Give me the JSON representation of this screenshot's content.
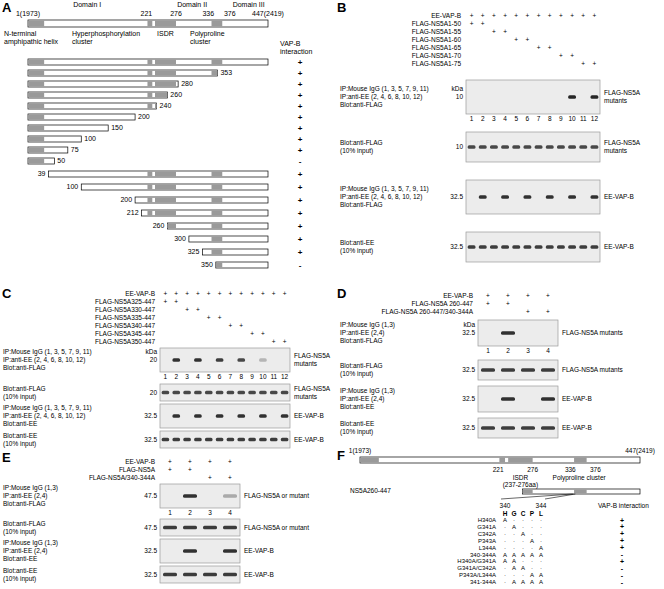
{
  "diagram": {
    "labels": [
      "A",
      "Domain I",
      "Domain II",
      "Domain III",
      "1(1973)",
      "221",
      "276",
      "336",
      "376",
      "447(2419)",
      "N-terminal amphipathic helix",
      "Hyperphosphorylation cluster",
      "ISDR",
      "Polyproline cluster",
      "VAP-B interaction",
      "+",
      "353",
      "+",
      "280",
      "+",
      "260",
      "+",
      "240",
      "+",
      "200",
      "+",
      "150",
      "+",
      "100",
      "+",
      "75",
      "+",
      "50",
      "-",
      "39",
      "+",
      "100",
      "+",
      "200",
      "+",
      "212",
      "+",
      "260",
      "+",
      "300",
      "+",
      "325",
      "+",
      "350",
      "-",
      "B",
      "EE-VAP-B",
      "+",
      "+",
      "+",
      "+",
      "+",
      "+",
      "+",
      "+",
      "+",
      "+",
      "+",
      "+",
      "FLAG-NS5A1-50",
      "+",
      "+",
      "FLAG-NS5A1-55",
      "+",
      "+",
      "FLAG-NS5A1-60",
      "+",
      "+",
      "FLAG-NS5A1-65",
      "+",
      "+",
      "FLAG-NS5A1-70",
      "+",
      "+",
      "FLAG-NS5A1-75",
      "+",
      "+",
      "IP:Mouse IgG (1, 3, 5, 7, 9, 11)",
      "IP:anti-EE (2, 4, 6, 8, 10, 12)",
      "Blot:anti-FLAG",
      "kDa",
      "10",
      "FLAG-NS5A mutants",
      "1",
      "2",
      "3",
      "4",
      "5",
      "6",
      "7",
      "8",
      "9",
      "10",
      "11",
      "12",
      "Blot:anti-FLAG",
      "(10% input)",
      "10",
      "FLAG-NS5A mutants",
      "IP:Mouse IgG (1, 3, 5, 7, 9, 11)",
      "IP:anti-EE (2, 4, 6, 8, 10, 12)",
      "Blot:anti-FLAG",
      "32.5",
      "EE-VAP-B",
      "Blot:anti-EE",
      "(10% input)",
      "32.5",
      "EE-VAP-B",
      "C",
      "EE-VAP-B",
      "+",
      "+",
      "+",
      "+",
      "+",
      "+",
      "+",
      "+",
      "+",
      "+",
      "+",
      "+",
      "FLAG-NS5A325-447",
      "+",
      "+",
      "FLAG-NS5A330-447",
      "+",
      "+",
      "FLAG-NS5A335-447",
      "+",
      "+",
      "FLAG-NS5A340-447",
      "+",
      "+",
      "FLAG-NS5A345-447",
      "+",
      "+",
      "FLAG-NS5A350-447",
      "+",
      "+",
      "IP:Mouse IgG (1, 3, 5, 7, 9, 11)",
      "IP:anti-EE (2, 4, 6, 8, 10, 12)",
      "Blot:anti-FLAG",
      "kDa",
      "20",
      "FLAG-NS5A mutants",
      "1",
      "2",
      "3",
      "4",
      "5",
      "6",
      "7",
      "8",
      "9",
      "10",
      "11",
      "12",
      "Blot:anti-FLAG",
      "(10% input)",
      "20",
      "FLAG-NS5A mutants",
      "IP:Mouse IgG (1, 3, 5, 7, 9, 11)",
      "IP:anti-EE (2, 4, 6, 8, 10, 12)",
      "Blot:anti-EE",
      "32.5",
      "EE-VAP-B",
      "Blot:anti-EE",
      "(10% input)",
      "32.5",
      "EE-VAP-B",
      "D",
      "EE-VAP-B",
      "+",
      "+",
      "+",
      "+",
      "FLAG-NS5A 260-447",
      "+",
      "+",
      "FLAG-NS5A 260-447/340-344A",
      "+",
      "+",
      "IP:Mouse IgG (1,3)",
      "IP:anti-EE (2,4)",
      "Blot:anti-FLAG",
      "kDa",
      "32.5",
      "FLAG-NS5A mutants",
      "1",
      "2",
      "3",
      "4",
      "Blot:anti-FLAG",
      "(10% input)",
      "32.5",
      "FLAG-NS5A mutants",
      "IP:Mouse IgG (1,3)",
      "IP:anti-EE (2,4)",
      "Blot:anti-EE",
      "32.5",
      "EE-VAP-B",
      "Blot:anti-EE",
      "(10% input)",
      "32.5",
      "EE-VAP-B",
      "E",
      "EE-VAP-B",
      "+",
      "+",
      "+",
      "+",
      "FLAG-NS5A",
      "+",
      "+",
      "FLAG-NS5A/340-344A",
      "+",
      "+",
      "IP:Mouse IgG (1,3)",
      "IP:anti-EE (2,4)",
      "Blot:anti-FLAG",
      "47.5",
      "FLAG-NS5A or mutant",
      "1",
      "2",
      "3",
      "4",
      "Blot:anti-FLAG",
      "(10% input)",
      "47.5",
      "FLAG-NS5A or mutant",
      "IP:Mouse IgG (1,3)",
      "IP:anti-EE (2,4)",
      "Blot:anti-EE",
      "32.5",
      "EE-VAP-B",
      "Blot:anti-EE",
      "(10% input)",
      "32.5",
      "EE-VAP-B",
      "F",
      "1(1973)",
      "447(2419)",
      "221",
      "276",
      "336",
      "376",
      "ISDR",
      "Polyproline cluster",
      "(237-276aa)",
      "NS5A260-447",
      "340",
      "344",
      "VAP-B interaction",
      "H",
      "G",
      "C",
      "P",
      "L",
      "H340A",
      "A",
      "·",
      "·",
      "·",
      "·",
      "+",
      "G341A",
      "·",
      "A",
      "·",
      "·",
      "·",
      "+",
      "C342A",
      "·",
      "·",
      "A",
      "·",
      "·",
      "+",
      "P343A",
      "·",
      "·",
      "·",
      "A",
      "·",
      "+",
      "L344A",
      "·",
      "·",
      "·",
      "·",
      "A",
      "+",
      "340-344A",
      "A",
      "A",
      "A",
      "A",
      "A",
      "-",
      "H340A/G341A",
      "A",
      "A",
      "·",
      "·",
      "·",
      "+",
      "G341A/C342A",
      "·",
      "A",
      "A",
      "·",
      "·",
      "-",
      "P343A/L344A",
      "·",
      "·",
      "·",
      "A",
      "A",
      "-",
      "341-344A",
      "·",
      "A",
      "A",
      "A",
      "A",
      "-"
    ]
  }
}
